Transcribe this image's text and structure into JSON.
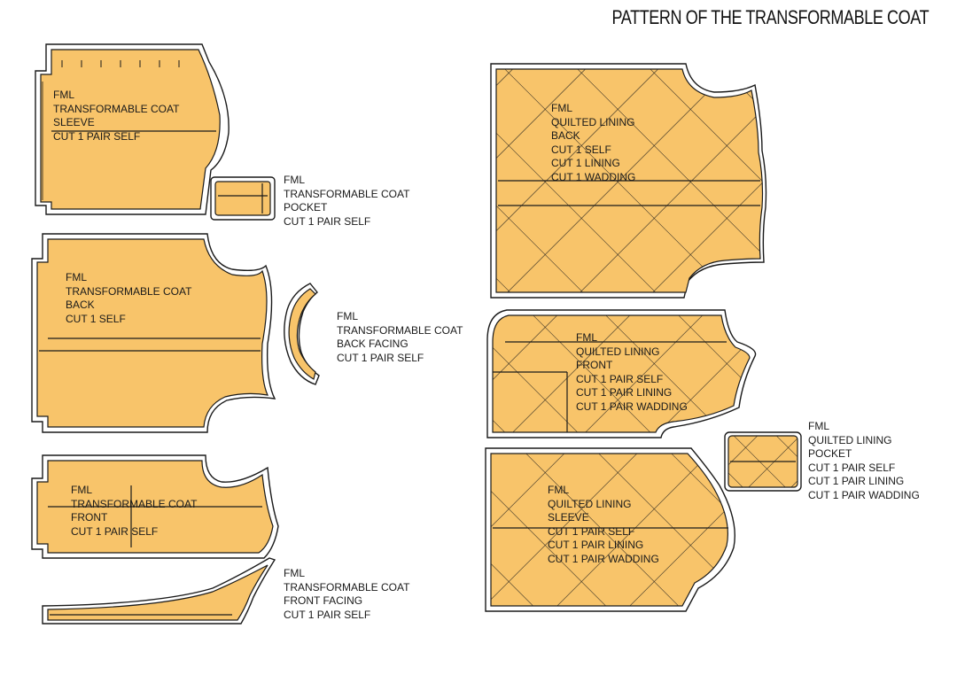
{
  "title": "PATTERN OF THE TRANSFORMABLE COAT",
  "colors": {
    "fabric": "#f8c46a",
    "stroke": "#1a1a1a",
    "background": "#ffffff"
  },
  "pieces": {
    "sleeve": [
      "FML",
      "TRANSFORMABLE COAT",
      "SLEEVE",
      "CUT 1 PAIR SELF"
    ],
    "pocket": [
      "FML",
      "TRANSFORMABLE COAT",
      "POCKET",
      "CUT 1 PAIR SELF"
    ],
    "back": [
      "FML",
      "TRANSFORMABLE COAT",
      "BACK",
      "CUT 1 SELF"
    ],
    "back_facing": [
      "FML",
      "TRANSFORMABLE COAT",
      "BACK FACING",
      "CUT 1 PAIR SELF"
    ],
    "front": [
      "FML",
      "TRANSFORMABLE COAT",
      "FRONT",
      "CUT 1 PAIR SELF"
    ],
    "front_facing": [
      "FML",
      "TRANSFORMABLE COAT",
      "FRONT FACING",
      "CUT 1 PAIR SELF"
    ],
    "lining_back": [
      "FML",
      "QUILTED LINING",
      "BACK",
      "CUT 1 SELF",
      "CUT 1 LINING",
      "CUT 1 WADDING"
    ],
    "lining_front": [
      "FML",
      "QUILTED LINING",
      "FRONT",
      "CUT 1 PAIR SELF",
      "CUT 1 PAIR LINING",
      "CUT 1 PAIR WADDING"
    ],
    "lining_pocket": [
      "FML",
      "QUILTED LINING",
      "POCKET",
      "CUT 1 PAIR SELF",
      "CUT 1 PAIR LINING",
      "CUT 1 PAIR WADDING"
    ],
    "lining_sleeve": [
      "FML",
      "QUILTED LINING",
      "SLEEVE",
      "CUT 1 PAIR SELF",
      "CUT 1 PAIR LINING",
      "CUT 1 PAIR WADDING"
    ]
  }
}
